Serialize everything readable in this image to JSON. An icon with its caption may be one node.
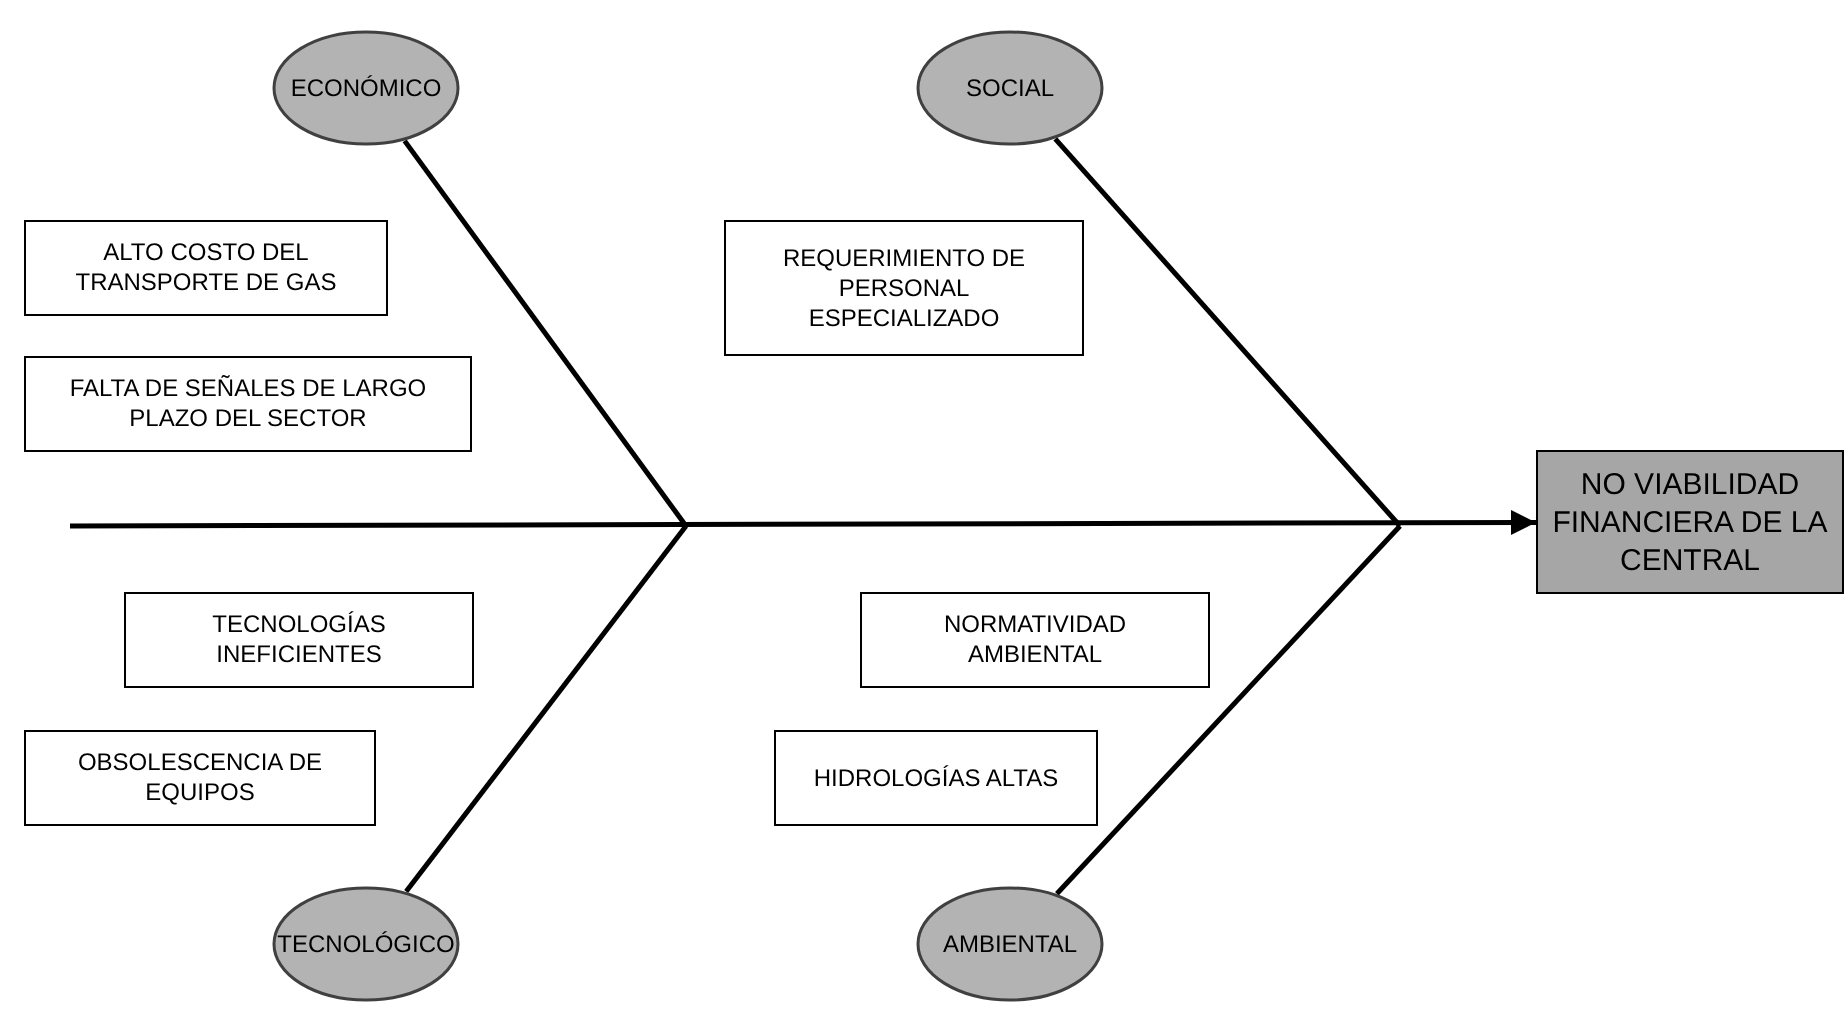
{
  "diagram": {
    "nodes": [
      {
        "text": [
          "ECONÓMICO"
        ]
      },
      {
        "text": [
          "SOCIAL"
        ]
      },
      {
        "text": [
          "ALTO COSTO DEL TRANSPORTE DE GAS"
        ]
      },
      {
        "text": [
          "REQUERIMIENTO DE PERSONAL ESPECIALIZADO"
        ]
      },
      {
        "text": [
          "FALTA DE SEÑALES DE LARGO PLAZO DEL SECTOR"
        ]
      },
      {
        "text": [
          "NO VIABILIDAD FINANCIERA DE LA CENTRAL"
        ]
      },
      {
        "text": [
          "TECNOLOGÍAS INEFICIENTES"
        ]
      },
      {
        "text": [
          "NORMATIVIDAD AMBIENTAL"
        ]
      },
      {
        "text": [
          "OBSOLESCENCIA DE EQUIPOS"
        ]
      },
      {
        "text": [
          "HIDROLOGÍAS ALTAS"
        ]
      },
      {
        "text": [
          "TECNOLÓGICO"
        ]
      },
      {
        "text": [
          "AMBIENTAL"
        ]
      }
    ],
    "edges": [
      {
        "from": null,
        "to": 5,
        "arrow": "to"
      },
      {
        "from": 0,
        "to": null,
        "arrow": "none"
      },
      {
        "from": 1,
        "to": null,
        "arrow": "none"
      },
      {
        "from": 10,
        "to": null,
        "arrow": "none"
      },
      {
        "from": 11,
        "to": null,
        "arrow": "none"
      }
    ]
  }
}
